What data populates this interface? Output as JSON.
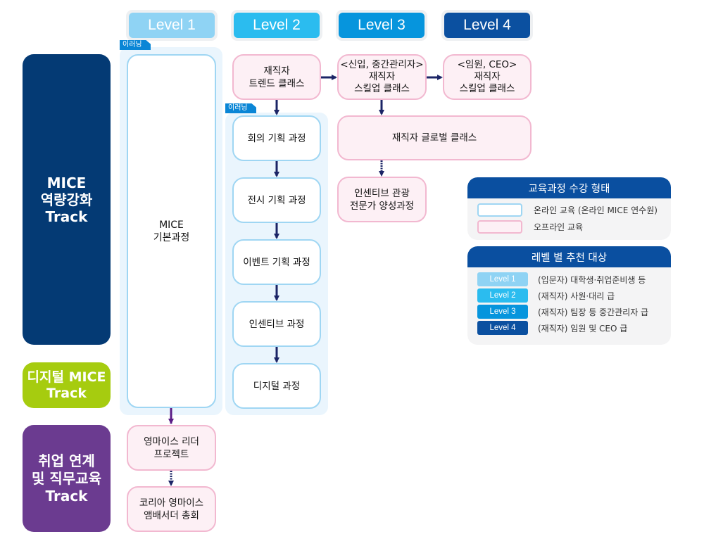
{
  "levels": [
    {
      "label": "Level 1",
      "color": "#8fd3f4"
    },
    {
      "label": "Level 2",
      "color": "#2bbcef"
    },
    {
      "label": "Level 3",
      "color": "#0695dd"
    },
    {
      "label": "Level 4",
      "color": "#0b50a0"
    }
  ],
  "tracks": [
    {
      "label": "MICE\n역량강화\nTrack",
      "color": "#043a74"
    },
    {
      "label": "디지털 MICE\nTrack",
      "color": "#a6cc0f"
    },
    {
      "label": "취업 연계\n및 직무교육\nTrack",
      "color": "#6b3b90"
    }
  ],
  "elearning_tag": "이러닝",
  "courses": {
    "mice_basic": "MICE\n기본과정",
    "trend_class": "재직자\n트렌드 클래스",
    "skillup_mid": "<신입, 중간관리자>\n재직자\n스킬업 클래스",
    "skillup_exec": "<임원, CEO>\n재직자\n스킬업 클래스",
    "global_class": "재직자 글로벌 클래스",
    "incentive_tourism": "인센티브 관광\n전문가 양성과정",
    "meeting_planning": "회의 기획 과정",
    "exhibition_planning": "전시 기획 과정",
    "event_planning": "이벤트 기획 과정",
    "incentive": "인센티브 과정",
    "digital": "디지털 과정",
    "young_mice_leader": "영마이스 리더\n프로젝트",
    "ambassador": "코리아 영마이스\n앰배서더 총회"
  },
  "legend_format": {
    "title": "교육과정 수강 형태",
    "items": [
      {
        "label": "온라인 교육 (온라인 MICE 연수원)",
        "type": "online"
      },
      {
        "label": "오프라인 교육",
        "type": "offline"
      }
    ]
  },
  "legend_levels": {
    "title": "레벨 별 추천 대상",
    "items": [
      {
        "level": "Level 1",
        "desc": "(입문자) 대학생·취업준비생 등"
      },
      {
        "level": "Level 2",
        "desc": "(재직자) 사원·대리 급"
      },
      {
        "level": "Level 3",
        "desc": "(재직자) 팀장 등 중간관리자 급"
      },
      {
        "level": "Level 4",
        "desc": "(재직자) 임원 및 CEO 급"
      }
    ]
  },
  "colors": {
    "arrow_navy": "#1b2466",
    "arrow_purple": "#5a1c86",
    "online_border": "#9fd6f3",
    "offline_border": "#f2b8d0",
    "offline_fill": "#fdf0f5",
    "elearning_bg": "#eaf5fd"
  }
}
